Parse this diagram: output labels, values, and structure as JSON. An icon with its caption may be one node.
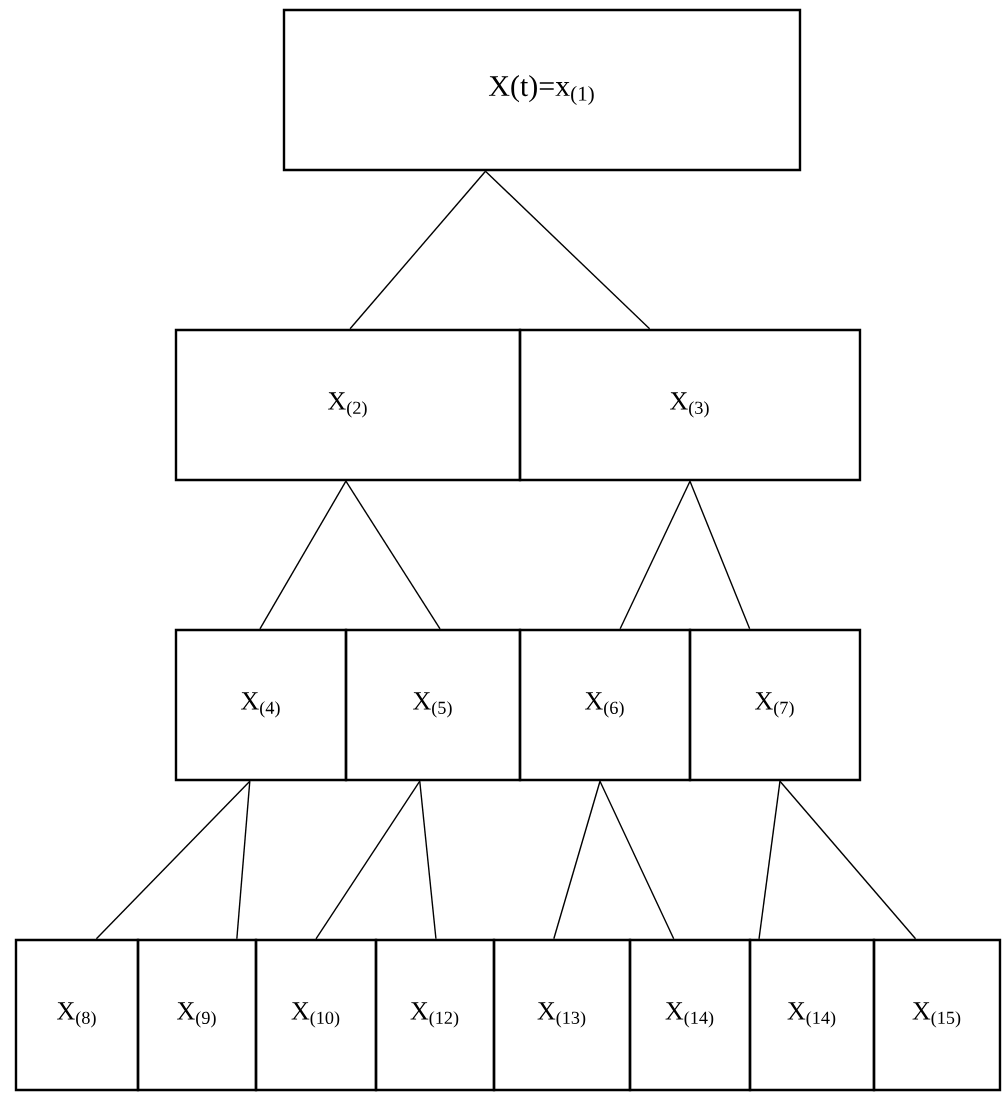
{
  "diagram": {
    "nodes": [
      {
        "text": [
          "X(t)=x$_{(1)}$"
        ]
      },
      {
        "text": [
          "X$_{(2)}$"
        ]
      },
      {
        "text": [
          "X$_{(3)}$"
        ]
      },
      {
        "text": [
          "X$_{(4)}$"
        ]
      },
      {
        "text": [
          "X$_{(5)}$"
        ]
      },
      {
        "text": [
          "X$_{(6)}$"
        ]
      },
      {
        "text": [
          "X$_{(7)}$"
        ]
      },
      {
        "text": [
          "X$_{(8)}$"
        ]
      },
      {
        "text": [
          "X$_{(9)}$"
        ]
      },
      {
        "text": [
          "X$_{(10)}$"
        ]
      },
      {
        "text": [
          "X$_{(12)}$"
        ]
      },
      {
        "text": [
          "X$_{(13)}$"
        ]
      },
      {
        "text": [
          "X$_{(14)}$"
        ]
      },
      {
        "text": [
          "X$_{(14)}$"
        ]
      },
      {
        "text": [
          "X$_{(15)}$"
        ]
      }
    ],
    "edges": [
      {
        "from": 0,
        "to": 1,
        "arrow": "none"
      },
      {
        "from": 0,
        "to": 2,
        "arrow": "none"
      },
      {
        "from": 1,
        "to": 3,
        "arrow": "none"
      },
      {
        "from": 1,
        "to": 4,
        "arrow": "none"
      },
      {
        "from": 2,
        "to": 5,
        "arrow": "none"
      },
      {
        "from": 2,
        "to": 6,
        "arrow": "none"
      },
      {
        "from": 3,
        "to": 7,
        "arrow": "none"
      },
      {
        "from": 3,
        "to": 8,
        "arrow": "none"
      },
      {
        "from": 4,
        "to": 9,
        "arrow": "none"
      },
      {
        "from": 4,
        "to": 10,
        "arrow": "none"
      },
      {
        "from": 5,
        "to": 11,
        "arrow": "none"
      },
      {
        "from": 5,
        "to": 12,
        "arrow": "none"
      },
      {
        "from": 6,
        "to": 13,
        "arrow": "none"
      },
      {
        "from": 6,
        "to": 14,
        "arrow": "none"
      }
    ]
  }
}
